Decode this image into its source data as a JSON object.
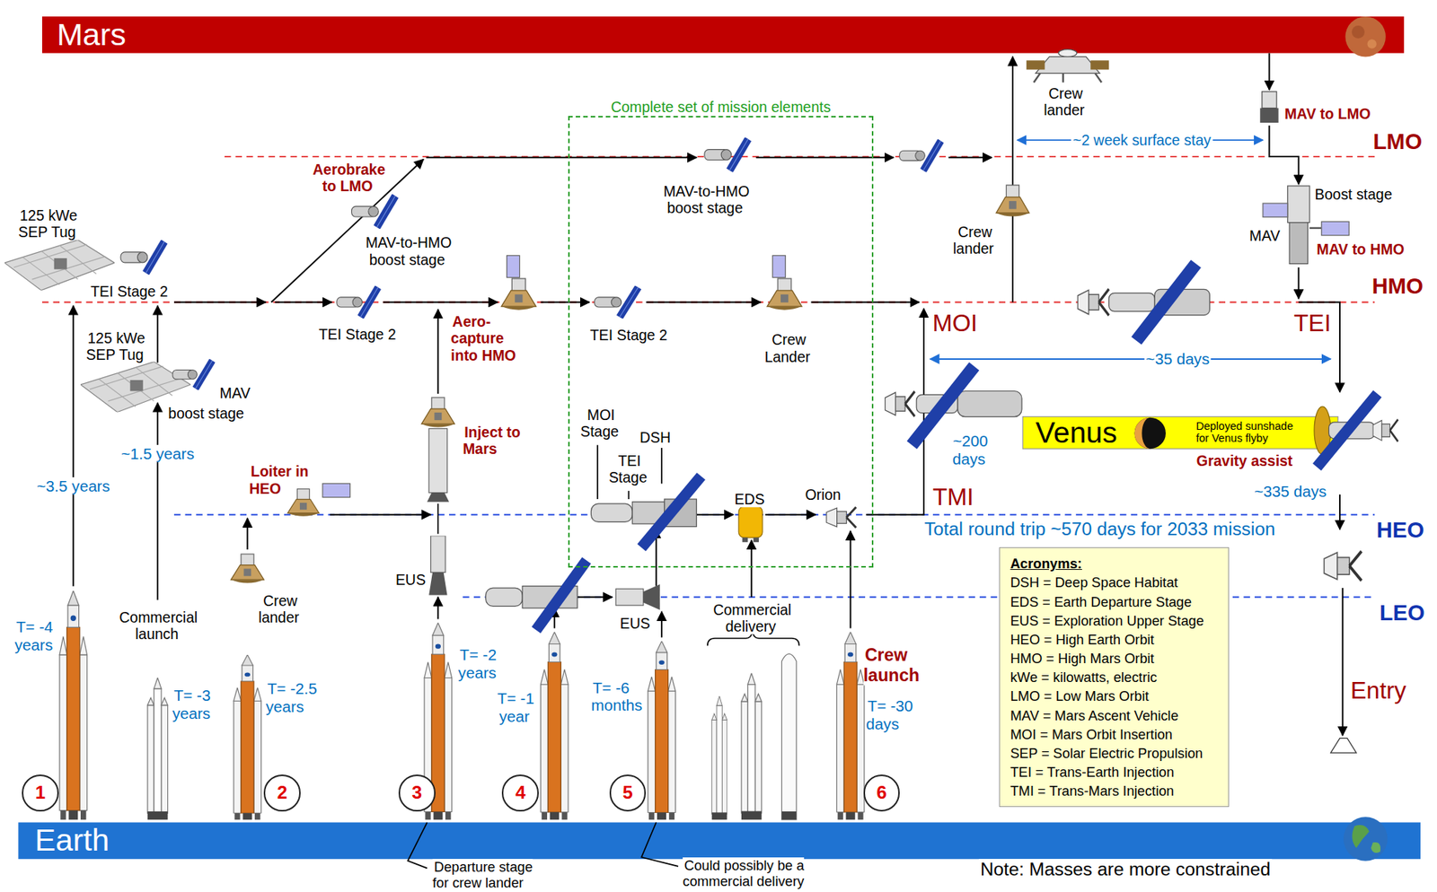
{
  "diagram": {
    "nodes": [
      {
        "text": [
          "Mars"
        ]
      },
      {
        "text": [
          "Complete set of mission elements"
        ]
      },
      {
        "text": [
          "Venus",
          "Deployed sunshade for Venus flyby"
        ]
      },
      {
        "text": [
          "Acronyms:",
          "DSH = Deep Space Habitat",
          "EDS = Earth Departure Stage",
          "EUS = Exploration Upper Stage",
          "HEO = High Earth Orbit",
          "HMO = High Mars Orbit",
          "kWe = kilowatts, electric",
          "LMO = Low Mars Orbit",
          "MAV = Mars Ascent Vehicle",
          "MOI = Mars Orbit Insertion",
          "SEP = Solar Electric Propulsion",
          "TEI = Trans-Earth Injection",
          "TMI = Trans-Mars Injection"
        ]
      },
      {
        "text": [
          "1"
        ]
      },
      {
        "text": [
          "2"
        ]
      },
      {
        "text": [
          "3"
        ]
      },
      {
        "text": [
          "4"
        ]
      },
      {
        "text": [
          "5"
        ]
      },
      {
        "text": [
          "6"
        ]
      },
      {
        "text": [
          "Earth"
        ]
      }
    ],
    "labels": [
      "125 kWe SEP Tug",
      "TEI Stage 2",
      "125 kWe SEP Tug",
      "MAV",
      "boost stage",
      "~1.5 years",
      "~3.5 years",
      "Aerobrake to LMO",
      "MAV-to-HMO boost stage",
      "TEI Stage 2",
      "Aero-capture into HMO",
      "Loiter in HEO",
      "Inject to Mars",
      "EUS",
      "Crew lander",
      "Commercial launch",
      "T= -4 years",
      "T= -3 years",
      "T= -2.5 years",
      "T= -2 years",
      "T= -1 year",
      "T= -6 months",
      "Crew launch",
      "T= -30 days",
      "MAV-to-HMO boost stage",
      "TEI Stage 2",
      "Crew Lander",
      "MOI Stage",
      "DSH",
      "TEI Stage",
      "EDS",
      "Commercial delivery",
      "Orion",
      "EUS",
      "Crew lander",
      "~2 week surface stay",
      "Crew lander",
      "MOI",
      "~35 days",
      "~200 days",
      "TMI",
      "Total round trip ~570 days for 2033 mission",
      "Gravity assist",
      "~335 days",
      "MAV to LMO",
      "Boost stage",
      "MAV",
      "MAV to HMO",
      "TEI",
      "LMO",
      "HMO",
      "HEO",
      "LEO",
      "Entry",
      "Departure stage for crew lander",
      "Could possibly be a commercial delivery",
      "Note: Masses are more constrained"
    ]
  }
}
